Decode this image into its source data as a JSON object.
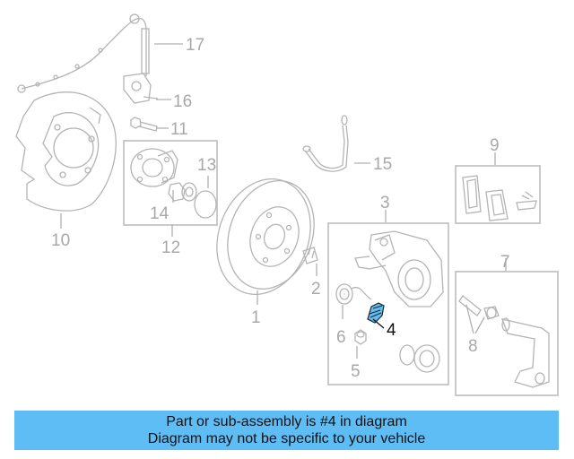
{
  "callouts": {
    "c1": "1",
    "c2": "2",
    "c3": "3",
    "c4": "4",
    "c5": "5",
    "c6": "6",
    "c7": "7",
    "c8": "8",
    "c9": "9",
    "c10": "10",
    "c11": "11",
    "c12": "12",
    "c13": "13",
    "c14": "14",
    "c15": "15",
    "c16": "16",
    "c17": "17"
  },
  "highlighted_part": "4",
  "colors": {
    "highlight_fill": "#5fbdf5",
    "banner": "#5fbdf5",
    "outline": "#b4b4b4"
  },
  "banner": {
    "line1": "Part or sub-assembly is #4 in diagram",
    "line2": "Diagram may not be specific to your vehicle"
  }
}
